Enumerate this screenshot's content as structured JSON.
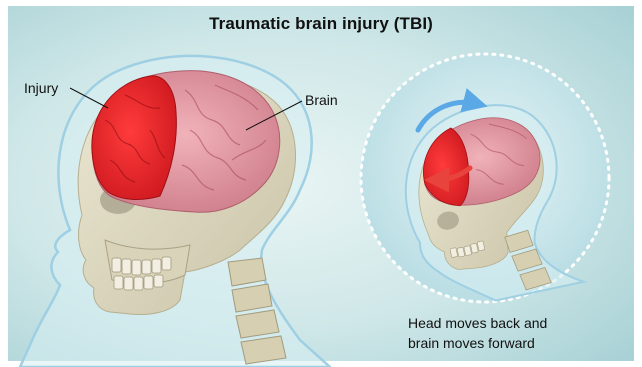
{
  "figure": {
    "title": "Traumatic brain injury (TBI)",
    "labels": {
      "injury": "Injury",
      "brain": "Brain"
    },
    "caption": {
      "line1": "Head moves back and",
      "line2": "brain moves forward"
    }
  },
  "icons": [
    "skull-illustration",
    "brain-illustration",
    "motion-arrow-icon"
  ],
  "colors": {
    "background": "#cfe8ea",
    "injury_red": "#e0262a",
    "brain_pink": "#d98a96",
    "bone": "#ddd8c0",
    "head_outline": "#9fcfe3",
    "arrow_blue": "#5aa9e6",
    "arrow_red": "#e8433c"
  }
}
